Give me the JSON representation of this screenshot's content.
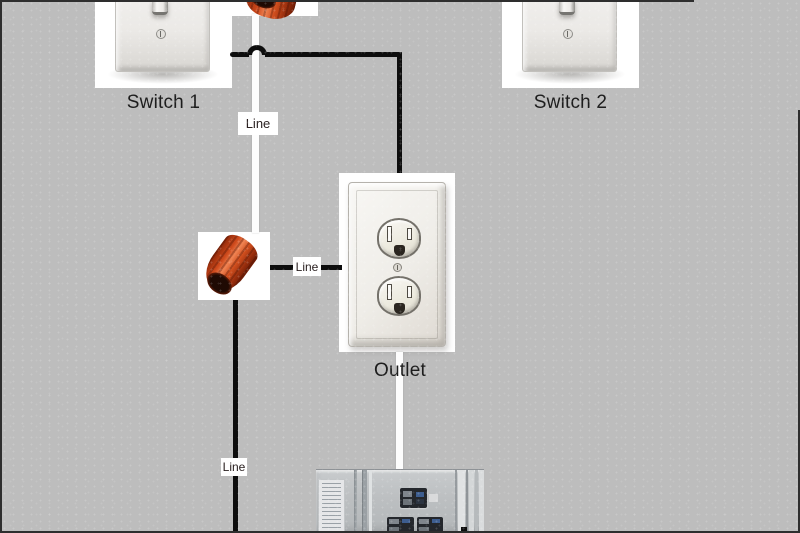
{
  "diagram": {
    "type": "electrical-wiring-diagram",
    "background": "#bdbdbd",
    "colors": {
      "wire_black": "#0d0d0d",
      "wire_white": "#ffffff",
      "wire_nut_orange": "#cf4a1c",
      "label_text": "#1d1d1d",
      "label_background": "#ffffff",
      "frame_border": "#2e2e2e"
    },
    "components": {
      "switch1": {
        "label": "Switch 1",
        "kind": "toggle-light-switch"
      },
      "switch2": {
        "label": "Switch 2",
        "kind": "toggle-light-switch"
      },
      "outlet": {
        "label": "Outlet",
        "kind": "duplex-receptacle"
      },
      "wire_nut_top": {
        "kind": "orange-wire-nut"
      },
      "wire_nut_middle": {
        "kind": "orange-wire-nut"
      },
      "breaker_panel": {
        "kind": "electrical-breaker-panel"
      }
    },
    "wire_labels": {
      "line_top": "Line",
      "line_middle": "Line",
      "line_bottom": "Line"
    }
  }
}
